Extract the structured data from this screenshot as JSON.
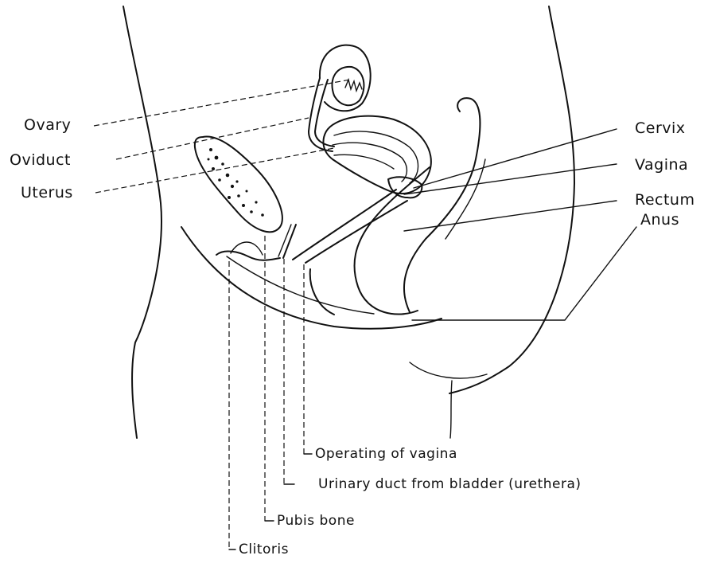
{
  "labels": {
    "ovary": "Ovary",
    "oviduct": "Oviduct",
    "uterus": "Uterus",
    "cervix": "Cervix",
    "vagina": "Vagina",
    "rectum": "Rectum",
    "anus": "Anus",
    "opening_of_vagina": "Operating of vagina",
    "urinary_duct": "Urinary duct from bladder (urethera)",
    "pubis_bone": "Pubis bone",
    "clitoris": "Clitoris"
  }
}
